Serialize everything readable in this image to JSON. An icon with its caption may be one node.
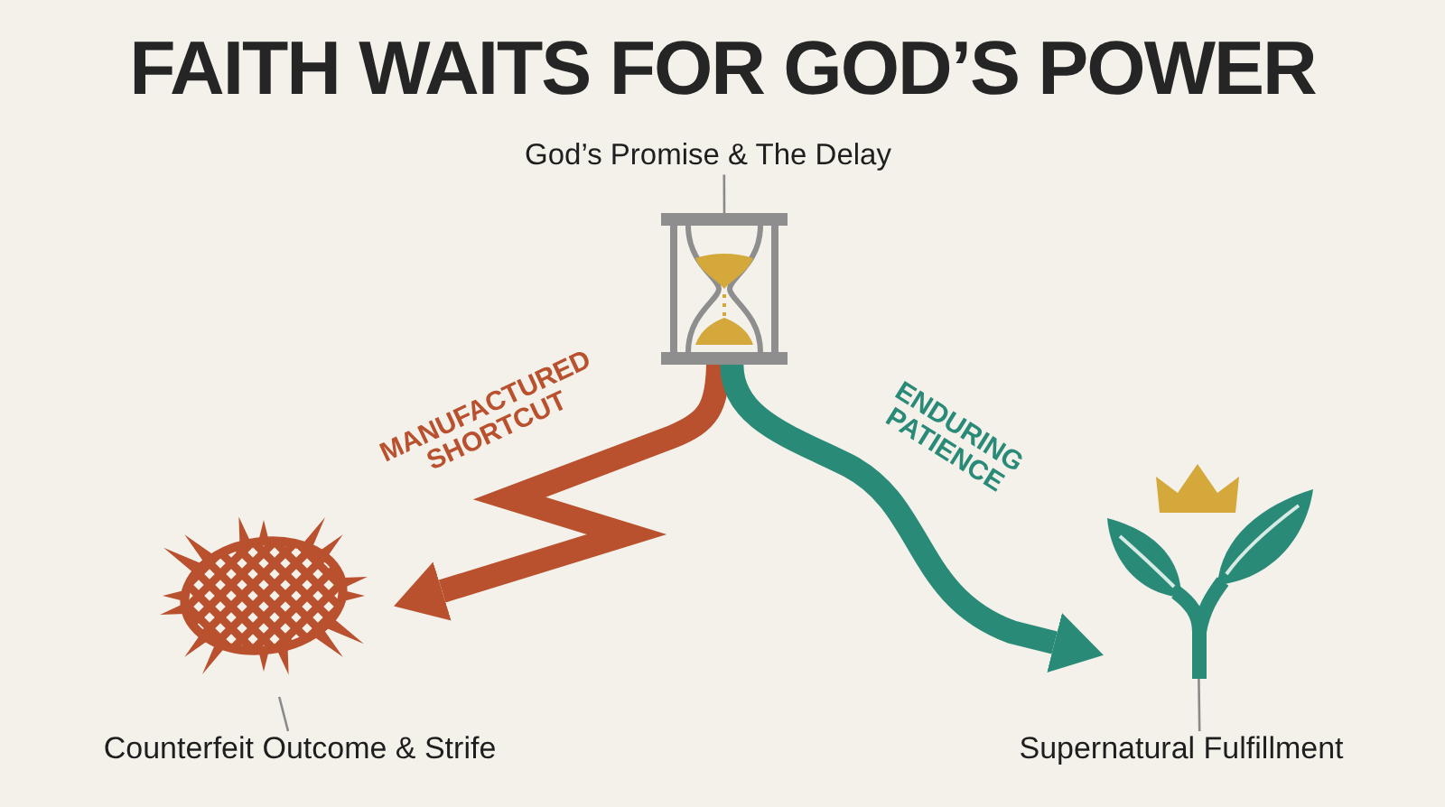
{
  "diagram": {
    "title": "FAITH WAITS FOR GOD’S POWER",
    "nodes": [
      {
        "text": [
          "God’s Promise & The Delay"
        ]
      },
      {
        "text": [],
        "shape": "picture"
      },
      {
        "text": [],
        "shape": "picture"
      },
      {
        "text": [],
        "shape": "picture"
      },
      {
        "text": [
          "Counterfeit Outcome & Strife"
        ]
      },
      {
        "text": [
          "Supernatural Fulfillment"
        ]
      }
    ],
    "edges": [
      {
        "from": 0,
        "to": 1,
        "arrow": "none"
      },
      {
        "from": 1,
        "to": 2,
        "arrow": "to",
        "label": "MANUFACTURED SHORTCUT",
        "style": "thick",
        "color": "#b9502e"
      },
      {
        "from": 1,
        "to": 3,
        "arrow": "to",
        "label": "ENDURING PATIENCE",
        "style": "thick",
        "color": "#2a8a78"
      },
      {
        "from": 4,
        "to": 2,
        "arrow": "none"
      },
      {
        "from": 5,
        "to": 3,
        "arrow": "none"
      }
    ]
  }
}
